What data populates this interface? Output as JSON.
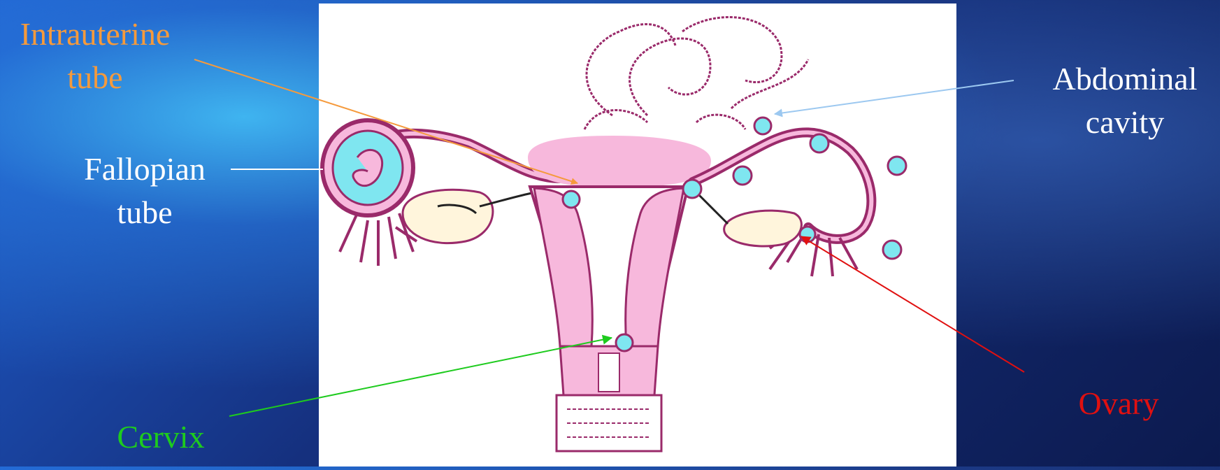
{
  "labels": {
    "intrauterine_tube": "Intrauterine\ntube",
    "fallopian_tube": "Fallopian\ntube",
    "cervix": "Cervix",
    "abdominal_cavity": "Abdominal\ncavity",
    "ovary": "Ovary"
  },
  "colors": {
    "intrauterine_tube": "#f59a3c",
    "fallopian_tube": "#ffffff",
    "cervix": "#1ecb1e",
    "abdominal_cavity": "#ffffff",
    "abdominal_cavity_line": "#9cc8f0",
    "ovary": "#e01010",
    "tissue_outline": "#9a2a6a",
    "tissue_fill": "#f7b8dc",
    "implant_site": "#7fe6f0",
    "ovary_fill": "#fff5dc"
  }
}
